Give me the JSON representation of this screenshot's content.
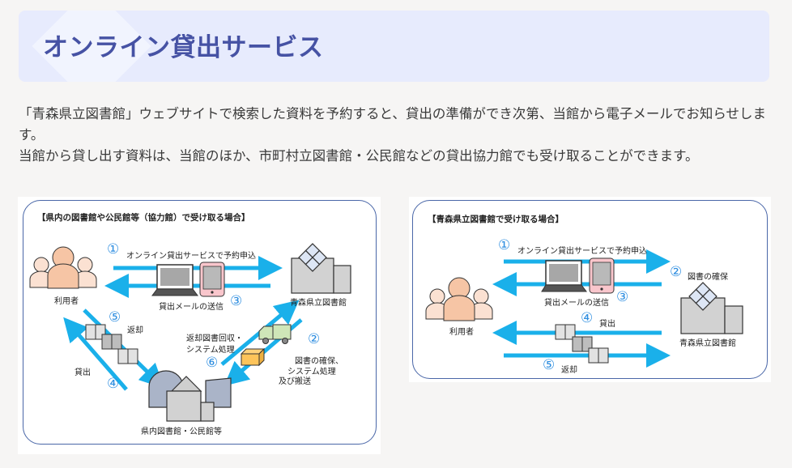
{
  "header": {
    "title": "オンライン貸出サービス"
  },
  "intro": {
    "paragraph1": "「青森県立図書館」ウェブサイトで検索した資料を予約すると、貸出の準備ができ次第、当館から電子メールでお知らせします。",
    "paragraph2": "当館から貸し出す資料は、当館のほか、市町村立図書館・公民館などの貸出協力館でも受け取ることができます。"
  },
  "colors": {
    "heading_text": "#4652a4",
    "heading_bg": "#e7ebfd",
    "arrow": "#1ab0ea",
    "step_number": "#2e8ee0",
    "frame_border": "#4a67a8"
  },
  "figures": {
    "partner": {
      "title": "【県内の図書館や公民館等（協力館）で受け取る場合】",
      "user_label": "利用者",
      "pref_library_label": "青森県立図書館",
      "local_library_label": "県内図書館・公民館等",
      "steps": {
        "s1_num": "①",
        "s1_text": "オンライン貸出サービスで予約申込",
        "s2_num": "②",
        "s2_text_1": "図書の確保、",
        "s2_text_2": "システム処理",
        "s2_text_3": "及び搬送",
        "s3_num": "③",
        "s3_text": "貸出メールの送信",
        "s4_num": "④",
        "s4_text": "貸出",
        "s5_num": "⑤",
        "s5_text": "返却",
        "s6_num": "⑥",
        "s6_text_1": "返却図書回収・",
        "s6_text_2": "システム処理"
      }
    },
    "prefectural": {
      "title": "【青森県立図書館で受け取る場合】",
      "user_label": "利用者",
      "pref_library_label": "青森県立図書館",
      "steps": {
        "s1_num": "①",
        "s1_text": "オンライン貸出サービスで予約申込",
        "s2_num": "②",
        "s2_text": "図書の確保",
        "s3_num": "③",
        "s3_text": "貸出メールの送信",
        "s4_num": "④",
        "s4_text": "貸出",
        "s5_num": "⑤",
        "s5_text": "返却"
      }
    }
  }
}
